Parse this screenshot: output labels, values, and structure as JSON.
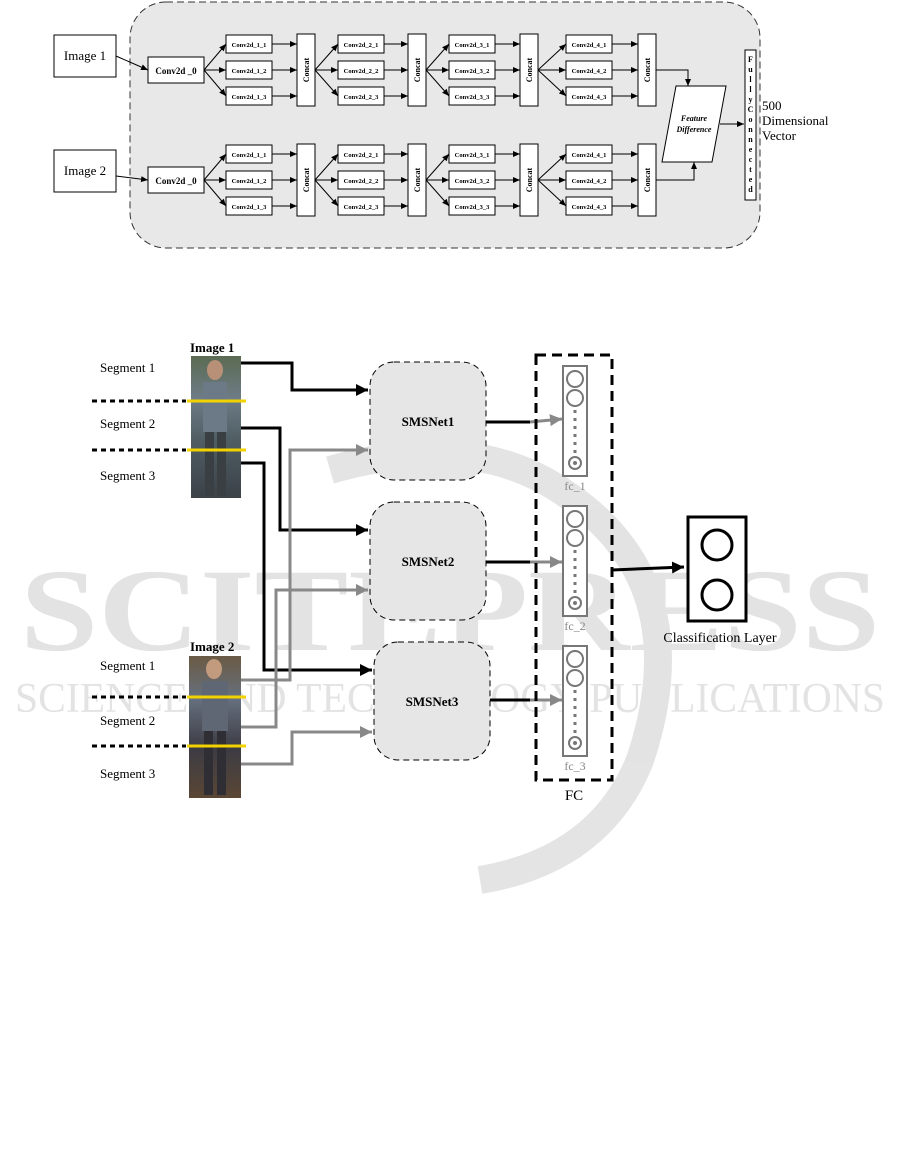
{
  "figure1": {
    "image1_label": "Image 1",
    "image2_label": "Image 2",
    "conv0_label": "Conv2d _0",
    "stage1": [
      "Conv2d_1_1",
      "Conv2d_1_2",
      "Conv2d_1_3"
    ],
    "stage2": [
      "Conv2d_2_1",
      "Conv2d_2_2",
      "Conv2d_2_3"
    ],
    "stage3": [
      "Conv2d_3_1",
      "Conv2d_3_2",
      "Conv2d_3_3"
    ],
    "stage4": [
      "Conv2d_4_1",
      "Conv2d_4_2",
      "Conv2d_4_3"
    ],
    "concat_label": "Concat",
    "feature_difference_line1": "Feature",
    "feature_difference_line2": "Difference",
    "fully_connected_letters": [
      "F",
      "u",
      "l",
      "l",
      "y",
      "C",
      "o",
      "n",
      "n",
      "e",
      "c",
      "t",
      "e",
      "d"
    ],
    "output_line1": "500",
    "output_line2": "Dimensional",
    "output_line3": "Vector"
  },
  "figure2": {
    "image1_label": "Image 1",
    "image2_label": "Image 2",
    "segments_image1": [
      "Segment 1",
      "Segment 2",
      "Segment 3"
    ],
    "segments_image2": [
      "Segment 1",
      "Segment 2",
      "Segment 3"
    ],
    "nets": [
      "SMSNet1",
      "SMSNet2",
      "SMSNet3"
    ],
    "fc_labels": [
      "fc_1",
      "fc_2",
      "fc_3"
    ],
    "fc_group_label": "FC",
    "classification_label": "Classification Layer",
    "watermark_main": "SCITEPRESS",
    "watermark_sub": "SCIENCE AND TECHNOLOGY PUBLICATIONS",
    "colors": {
      "segment_line": "#f2d200",
      "gray_arrow": "#888888",
      "box_fill": "#e6e6e6"
    }
  }
}
